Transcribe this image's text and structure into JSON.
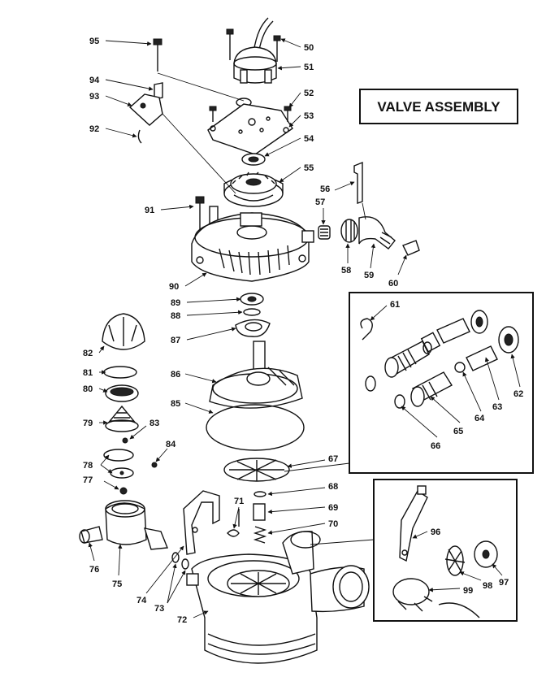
{
  "title": "VALVE ASSEMBLY",
  "header_fragment": "",
  "callouts": [
    "50",
    "51",
    "52",
    "53",
    "54",
    "55",
    "56",
    "57",
    "58",
    "59",
    "60",
    "61",
    "62",
    "63",
    "64",
    "65",
    "66",
    "67",
    "68",
    "69",
    "70",
    "71",
    "72",
    "73",
    "74",
    "75",
    "76",
    "77",
    "78",
    "79",
    "80",
    "81",
    "82",
    "83",
    "84",
    "85",
    "86",
    "87",
    "88",
    "89",
    "90",
    "91",
    "92",
    "93",
    "94",
    "95",
    "96",
    "97",
    "98",
    "99"
  ]
}
